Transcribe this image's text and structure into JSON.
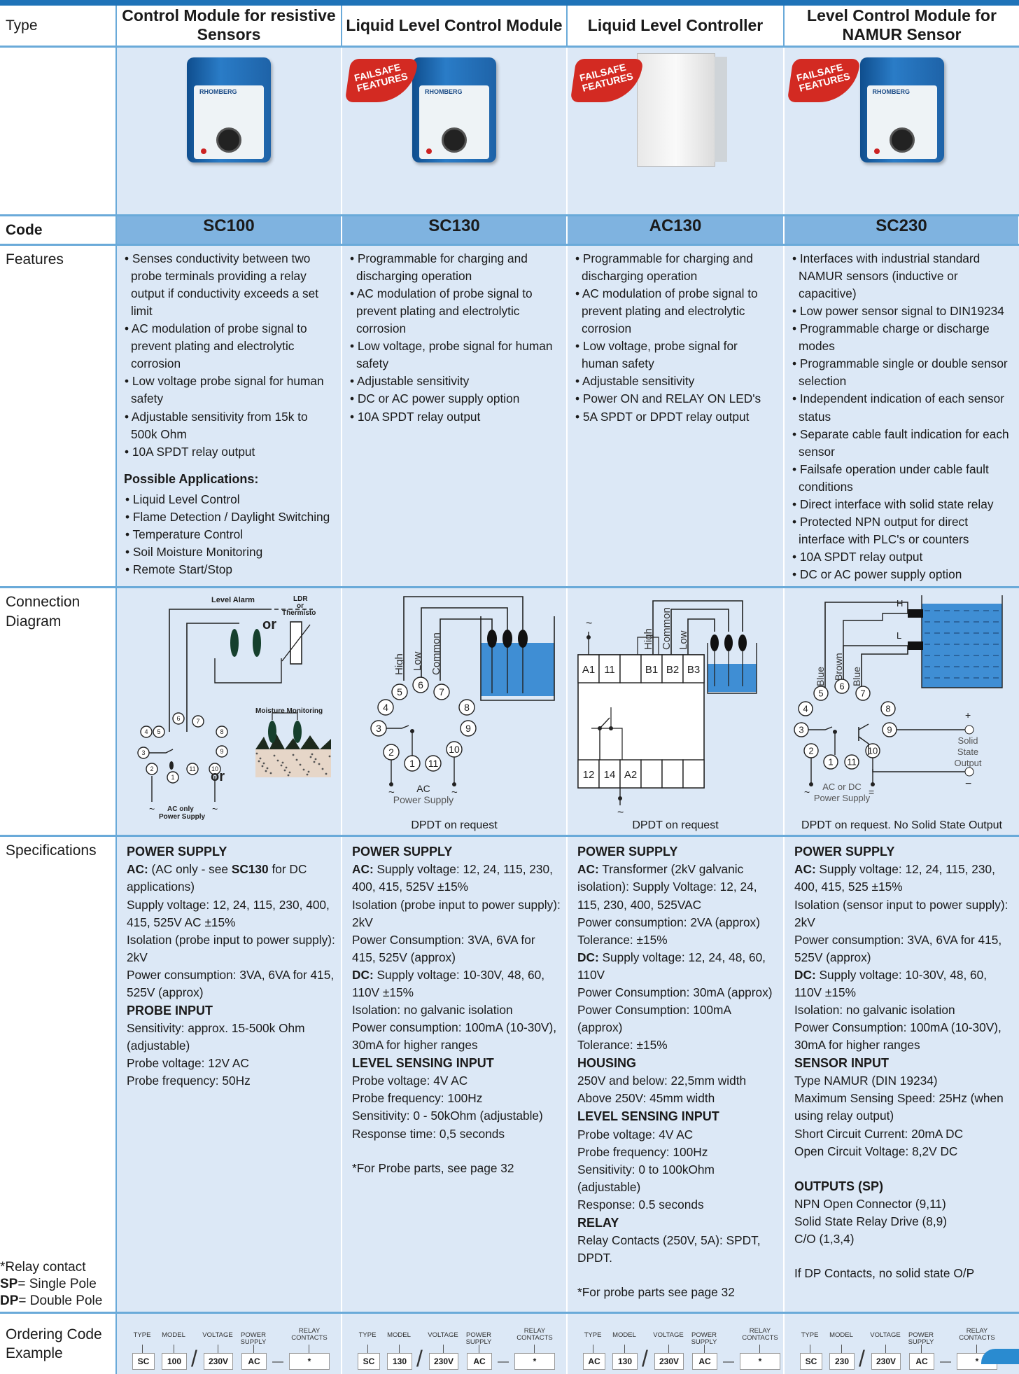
{
  "row_labels": {
    "type": "Type",
    "code": "Code",
    "features": "Features",
    "connection": "Connection Diagram",
    "specifications": "Specifications",
    "ordering": "Ordering Code Example"
  },
  "relay_note": {
    "line1": "*Relay contact",
    "sp_key": "SP",
    "sp_text": "= Single Pole",
    "dp_key": "DP",
    "dp_text": "= Double Pole"
  },
  "failsafe_badge": "FAILSAFE FEATURES",
  "brand": "RHOMBERG",
  "products": [
    {
      "type": "Control Module for resistive Sensors",
      "code": "SC100",
      "failsafe": false,
      "features": [
        "Senses conductivity between two probe terminals providing a relay output if conductivity exceeds a set limit",
        "AC modulation of probe signal to prevent plating and electrolytic corrosion",
        "Low voltage probe signal for human safety",
        "Adjustable sensitivity from 15k to 500k Ohm",
        "10A SPDT relay output"
      ],
      "applications_title": "Possible Applications:",
      "applications": [
        "Liquid Level Control",
        "Flame Detection / Daylight Switching",
        "Temperature Control",
        "Soil Moisture Monitoring",
        "Remote Start/Stop"
      ],
      "diagram": {
        "level_alarm": "Level Alarm",
        "ldr": "LDR or Thermisto",
        "or": "or",
        "moisture": "Moisture Monitoring",
        "supply": "AC only Power Supply",
        "caption": ""
      },
      "spec": [
        {
          "k": "h",
          "t": "POWER SUPPLY"
        },
        {
          "k": "ac1",
          "b1": "AC:",
          "t1": " (AC only - see ",
          "b2": "SC130",
          "t2": " for DC applications)"
        },
        {
          "k": "p",
          "t": "Supply voltage: 12, 24, 115, 230, 400, 415, 525V AC ±15%"
        },
        {
          "k": "p",
          "t": "Isolation (probe input to power supply): 2kV"
        },
        {
          "k": "p",
          "t": "Power consumption: 3VA, 6VA for 415, 525V (approx)"
        },
        {
          "k": "h",
          "t": "PROBE INPUT"
        },
        {
          "k": "p",
          "t": "Sensitivity: approx. 15-500k Ohm (adjustable)"
        },
        {
          "k": "p",
          "t": "Probe voltage: 12V AC"
        },
        {
          "k": "p",
          "t": "Probe frequency: 50Hz"
        }
      ],
      "order": {
        "type": "SC",
        "model": "100",
        "voltage": "230V",
        "power": "AC",
        "relay": "*"
      }
    },
    {
      "type": "Liquid Level Control Module",
      "code": "SC130",
      "failsafe": true,
      "features": [
        "Programmable for charging and discharging operation",
        "AC modulation of probe signal to prevent plating and electrolytic corrosion",
        "Low voltage, probe signal for human safety",
        "Adjustable sensitivity",
        "DC or AC power supply option",
        "10A SPDT relay output"
      ],
      "diagram": {
        "high": "High",
        "low": "Low",
        "common": "Common",
        "supply1": "AC",
        "supply2": "Power Supply",
        "caption": "DPDT on request"
      },
      "spec": [
        {
          "k": "h",
          "t": "POWER SUPPLY"
        },
        {
          "k": "bp",
          "b": "AC:",
          "t": " Supply voltage: 12, 24, 115, 230, 400, 415, 525V ±15%"
        },
        {
          "k": "p",
          "t": "Isolation (probe input to power supply): 2kV"
        },
        {
          "k": "p",
          "t": "Power Consumption: 3VA, 6VA for 415, 525V (approx)"
        },
        {
          "k": "bp",
          "b": "DC:",
          "t": " Supply voltage: 10-30V, 48, 60, 110V ±15%"
        },
        {
          "k": "p",
          "t": "Isolation: no galvanic isolation"
        },
        {
          "k": "p",
          "t": "Power consumption: 100mA (10-30V), 30mA for higher ranges"
        },
        {
          "k": "h",
          "t": "LEVEL SENSING INPUT"
        },
        {
          "k": "p",
          "t": "Probe voltage: 4V AC"
        },
        {
          "k": "p",
          "t": "Probe frequency: 100Hz"
        },
        {
          "k": "p",
          "t": "Sensitivity: 0 - 50kOhm (adjustable)"
        },
        {
          "k": "p",
          "t": "Response time: 0,5 seconds"
        },
        {
          "k": "gap",
          "t": ""
        },
        {
          "k": "p",
          "t": "*For Probe parts, see page 32"
        }
      ],
      "order": {
        "type": "SC",
        "model": "130",
        "voltage": "230V",
        "power": "AC",
        "relay": "*"
      }
    },
    {
      "type": "Liquid Level Controller",
      "code": "AC130",
      "failsafe": true,
      "features": [
        "Programmable for charging and discharging operation",
        "AC modulation of probe signal to prevent plating and electrolytic corrosion",
        "Low voltage, probe signal for human safety",
        "Adjustable sensitivity",
        "Power ON and RELAY ON LED's",
        "5A SPDT or DPDT relay output"
      ],
      "diagram": {
        "high": "High",
        "low": "Low",
        "common": "Common",
        "t_a1": "A1",
        "t_11": "11",
        "t_b1": "B1",
        "t_b2": "B2",
        "t_b3": "B3",
        "t_12": "12",
        "t_14": "14",
        "t_a2": "A2",
        "caption": "DPDT on request"
      },
      "spec": [
        {
          "k": "h",
          "t": "POWER SUPPLY"
        },
        {
          "k": "bp",
          "b": "AC:",
          "t": " Transformer (2kV galvanic isolation): Supply Voltage: 12, 24, 115, 230, 400, 525VAC"
        },
        {
          "k": "p",
          "t": "Power consumption: 2VA (approx)"
        },
        {
          "k": "p",
          "t": "Tolerance: ±15%"
        },
        {
          "k": "bp",
          "b": "DC:",
          "t": " Supply voltage: 12, 24, 48, 60, 110V"
        },
        {
          "k": "p",
          "t": "Power Consumption: 30mA (approx)"
        },
        {
          "k": "p",
          "t": "Power Consumption: 100mA (approx)"
        },
        {
          "k": "p",
          "t": "Tolerance: ±15%"
        },
        {
          "k": "h",
          "t": "HOUSING"
        },
        {
          "k": "p",
          "t": "250V and below: 22,5mm width"
        },
        {
          "k": "p",
          "t": "Above 250V: 45mm width"
        },
        {
          "k": "h",
          "t": "LEVEL SENSING INPUT"
        },
        {
          "k": "p",
          "t": "Probe voltage: 4V AC"
        },
        {
          "k": "p",
          "t": "Probe frequency: 100Hz"
        },
        {
          "k": "p",
          "t": "Sensitivity: 0 to 100kOhm (adjustable)"
        },
        {
          "k": "p",
          "t": "Response: 0.5 seconds"
        },
        {
          "k": "h",
          "t": "RELAY"
        },
        {
          "k": "p",
          "t": "Relay Contacts (250V, 5A): SPDT, DPDT."
        },
        {
          "k": "gap",
          "t": ""
        },
        {
          "k": "p",
          "t": "*For probe parts see page 32"
        }
      ],
      "order": {
        "type": "AC",
        "model": "130",
        "voltage": "230V",
        "power": "AC",
        "relay": "*"
      }
    },
    {
      "type": "Level Control Module for NAMUR Sensor",
      "code": "SC230",
      "failsafe": true,
      "features": [
        "Interfaces with industrial standard NAMUR sensors (inductive or capacitive)",
        "Low power sensor signal to DIN19234",
        "Programmable charge or discharge modes",
        "Programmable single or double sensor selection",
        "Independent indication of each sensor status",
        "Separate cable fault indication for each sensor",
        "Failsafe operation under cable fault conditions",
        "Direct interface with solid state relay",
        "Protected NPN output for direct interface with PLC's or counters",
        "10A SPDT relay output",
        "DC or AC power supply option"
      ],
      "diagram": {
        "h": "H",
        "l": "L",
        "blue1": "Blue",
        "brown": "Brown",
        "blue2": "Blue",
        "solid": "Solid State Output",
        "supply1": "AC or DC",
        "supply2": "Power Supply",
        "caption": "DPDT on request. No Solid State Output"
      },
      "spec": [
        {
          "k": "h",
          "t": "POWER SUPPLY"
        },
        {
          "k": "bp",
          "b": "AC:",
          "t": " Supply voltage: 12, 24, 115, 230, 400, 415, 525  ±15%"
        },
        {
          "k": "p",
          "t": "Isolation (sensor input to power supply): 2kV"
        },
        {
          "k": "p",
          "t": "Power consumption: 3VA, 6VA for 415, 525V (approx)"
        },
        {
          "k": "bp",
          "b": "DC:",
          "t": " Supply voltage: 10-30V, 48, 60, 110V ±15%"
        },
        {
          "k": "p",
          "t": "Isolation: no galvanic isolation"
        },
        {
          "k": "p",
          "t": "Power Consumption: 100mA (10-30V), 30mA for higher ranges"
        },
        {
          "k": "h",
          "t": "SENSOR INPUT"
        },
        {
          "k": "p",
          "t": "Type NAMUR (DIN 19234)"
        },
        {
          "k": "p",
          "t": "Maximum Sensing Speed: 25Hz (when using relay output)"
        },
        {
          "k": "p",
          "t": "Short Circuit Current: 20mA DC"
        },
        {
          "k": "p",
          "t": "Open Circuit Voltage: 8,2V DC"
        },
        {
          "k": "gap",
          "t": ""
        },
        {
          "k": "h",
          "t": "OUTPUTS (SP)"
        },
        {
          "k": "p",
          "t": "NPN Open Connector (9,11)"
        },
        {
          "k": "p",
          "t": "Solid State Relay Drive (8,9)"
        },
        {
          "k": "p",
          "t": "C/O (1,3,4)"
        },
        {
          "k": "gap",
          "t": ""
        },
        {
          "k": "p",
          "t": "If DP Contacts, no solid state O/P"
        }
      ],
      "order": {
        "type": "SC",
        "model": "230",
        "voltage": "230V",
        "power": "AC",
        "relay": "*"
      }
    }
  ],
  "order_labels": {
    "type": "TYPE",
    "model": "MODEL",
    "voltage": "VOLTAGE",
    "power": "POWER SUPPLY",
    "relay": "RELAY CONTACTS"
  },
  "terminals": [
    "1",
    "2",
    "3",
    "4",
    "5",
    "6",
    "7",
    "8",
    "9",
    "10",
    "11"
  ],
  "symbols": {
    "tilde": "~",
    "plus": "+",
    "minus": "−"
  }
}
